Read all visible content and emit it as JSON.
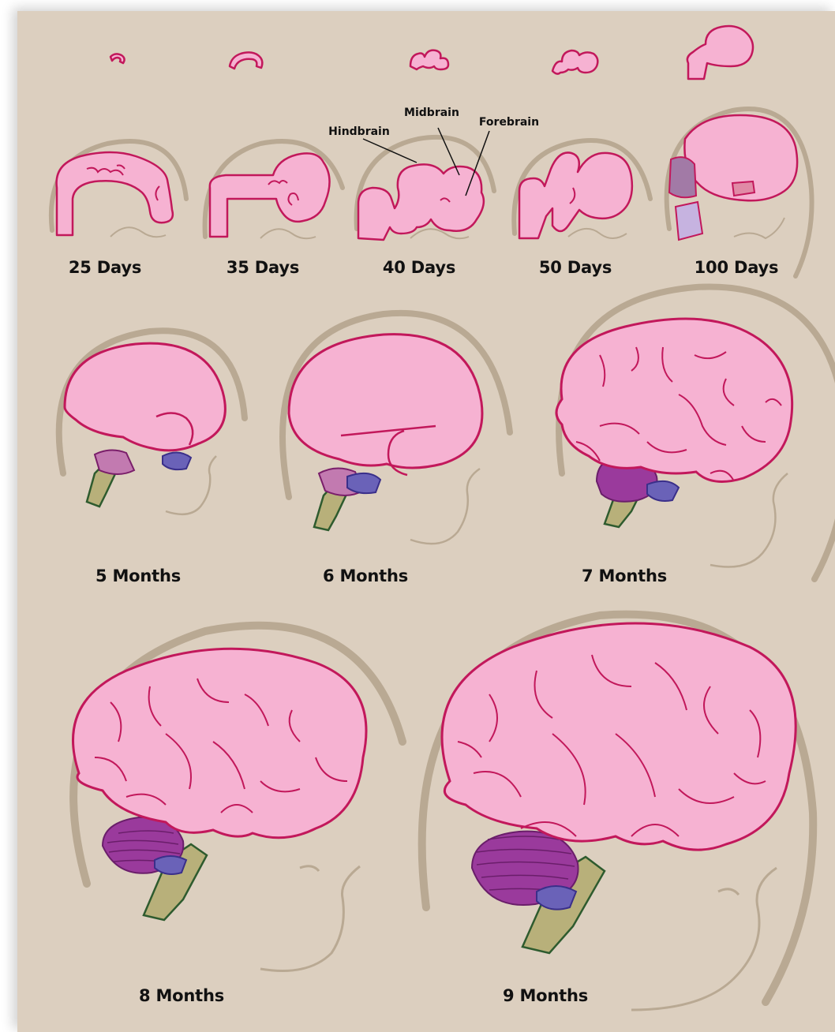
{
  "stages": {
    "d25": "25 Days",
    "d35": "35 Days",
    "d40": "40 Days",
    "d50": "50 Days",
    "d100": "100 Days",
    "m5": "5 Months",
    "m6": "6 Months",
    "m7": "7 Months",
    "m8": "8 Months",
    "m9": "9 Months"
  },
  "parts": {
    "hindbrain": "Hindbrain",
    "midbrain": "Midbrain",
    "forebrain": "Forebrain"
  },
  "colors": {
    "background": "#dccfbf",
    "head_outline": "#b9a993",
    "brain_fill": "#f6b2d2",
    "brain_stroke": "#c2185b",
    "cerebellum": "#9a3a9c",
    "brainstem": "#b8b07a",
    "midbrain_blue": "#6a62b8"
  }
}
